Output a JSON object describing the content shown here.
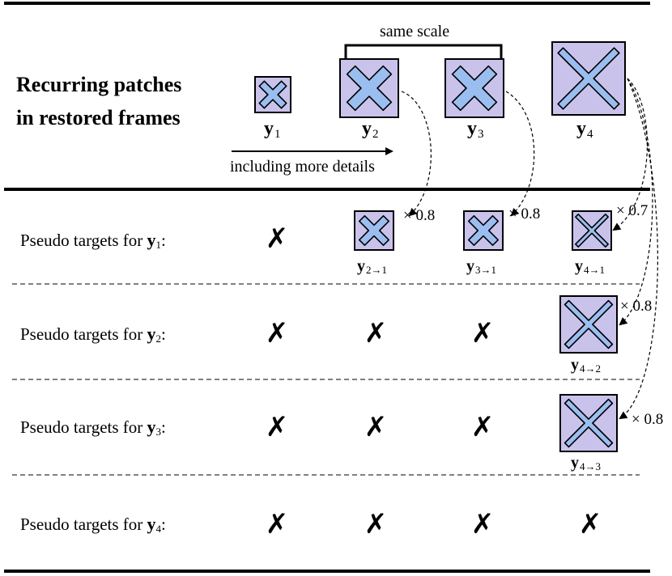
{
  "title_lines": [
    "Recurring patches",
    "in restored frames"
  ],
  "same_scale": "same scale",
  "including_more_details": "including more details",
  "patches": {
    "y1": {
      "name": "y",
      "sub": "1"
    },
    "y2": {
      "name": "y",
      "sub": "2"
    },
    "y3": {
      "name": "y",
      "sub": "3"
    },
    "y4": {
      "name": "y",
      "sub": "4"
    }
  },
  "rows": [
    {
      "prefix": "Pseudo targets for ",
      "target": "y",
      "sub": "1",
      "cells": [
        "✗",
        "",
        "",
        ""
      ]
    },
    {
      "prefix": "Pseudo targets for ",
      "target": "y",
      "sub": "2",
      "cells": [
        "✗",
        "✗",
        "✗",
        ""
      ]
    },
    {
      "prefix": "Pseudo targets for ",
      "target": "y",
      "sub": "3",
      "cells": [
        "✗",
        "✗",
        "✗",
        ""
      ]
    },
    {
      "prefix": "Pseudo targets for ",
      "target": "y",
      "sub": "4",
      "cells": [
        "✗",
        "✗",
        "✗",
        "✗"
      ]
    }
  ],
  "targets": {
    "y2_1": {
      "name": "y",
      "sub": "2→1",
      "scale": "× 0.8"
    },
    "y3_1": {
      "name": "y",
      "sub": "3→1",
      "scale": "× 0.8"
    },
    "y4_1": {
      "name": "y",
      "sub": "4→1",
      "scale": "× 0.7"
    },
    "y4_2": {
      "name": "y",
      "sub": "4→2",
      "scale": "× 0.8"
    },
    "y4_3": {
      "name": "y",
      "sub": "4→3",
      "scale": "× 0.8"
    }
  },
  "colors": {
    "patch_fill": "#c9c3ec",
    "shape_fill": "#9bbef0",
    "outline": "#000000"
  }
}
